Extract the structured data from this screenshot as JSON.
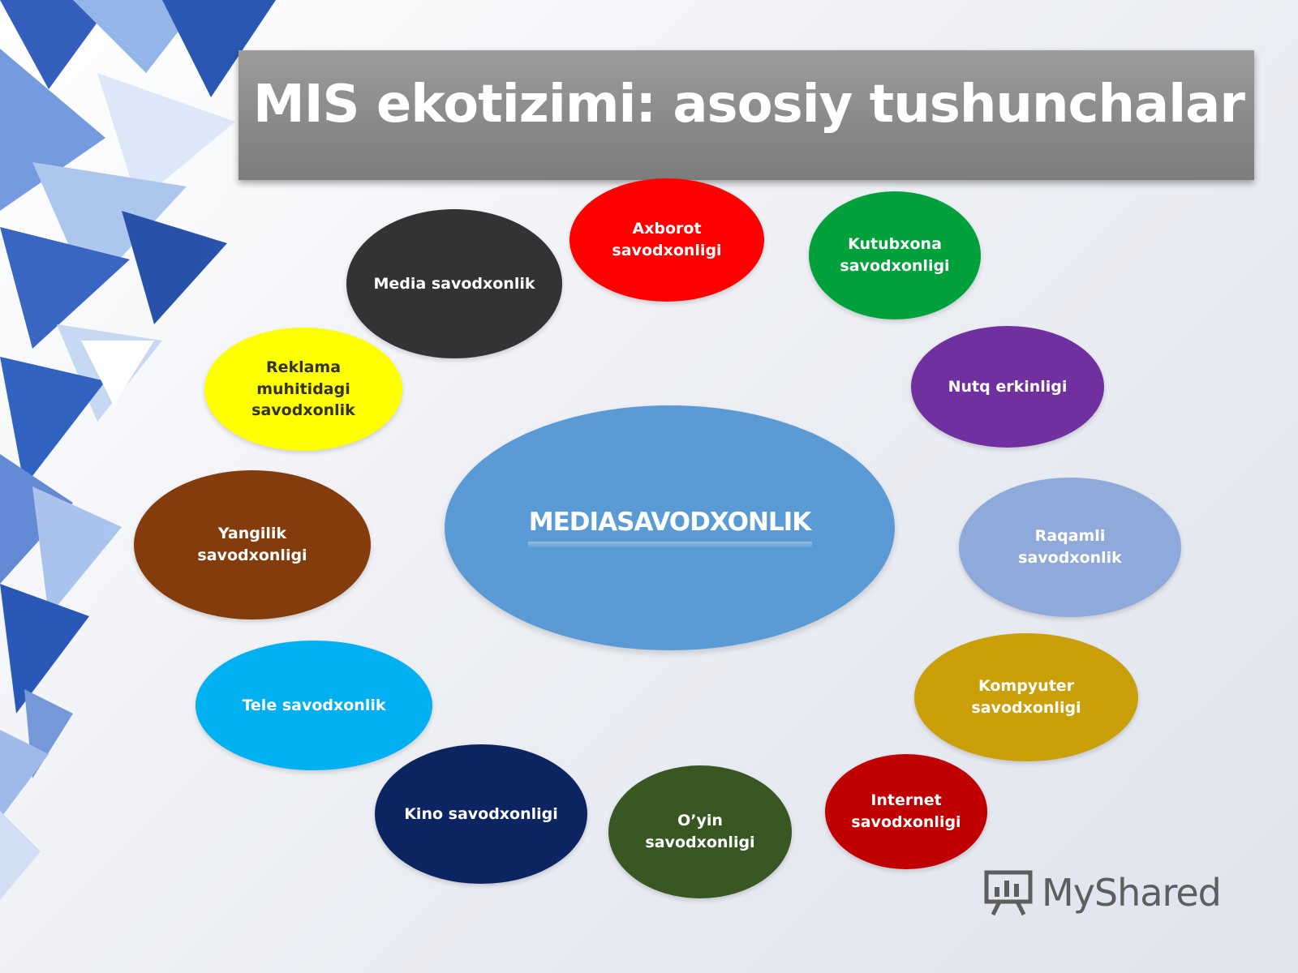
{
  "title": "MIS ekotizimi: asosiy tushunchalar",
  "center": {
    "label": "MEDIASAVODXONLIK",
    "color": "#5b9bd5"
  },
  "nodes": [
    {
      "label": "Axborot\nsavodxonligi",
      "color": "#ff0000"
    },
    {
      "label": "Kutubxona\nsavodxonligi",
      "color": "#00a13b"
    },
    {
      "label": "Nutq erkinligi",
      "color": "#7030a0"
    },
    {
      "label": "Raqamli\nsavodxonlik",
      "color": "#8eaadb"
    },
    {
      "label": "Kompyuter\nsavodxonligi",
      "color": "#c9a00a"
    },
    {
      "label": "Internet\nsavodxonligi",
      "color": "#c00000"
    },
    {
      "label": "O’yin\nsavodxonligi",
      "color": "#385723"
    },
    {
      "label": "Kino savodxonligi",
      "color": "#0c2462"
    },
    {
      "label": "Tele savodxonlik",
      "color": "#00b0f0"
    },
    {
      "label": "Yangilik\nsavodxonligi",
      "color": "#843c0c"
    },
    {
      "label": "Reklama\nmuhitidagi\nsavodxonlik",
      "color": "#ffff00",
      "text_color": "#333333"
    },
    {
      "label": "Media savodxonlik",
      "color": "#333333"
    }
  ],
  "watermark": {
    "text": "MyShared",
    "icon": "presentation-board-icon"
  }
}
